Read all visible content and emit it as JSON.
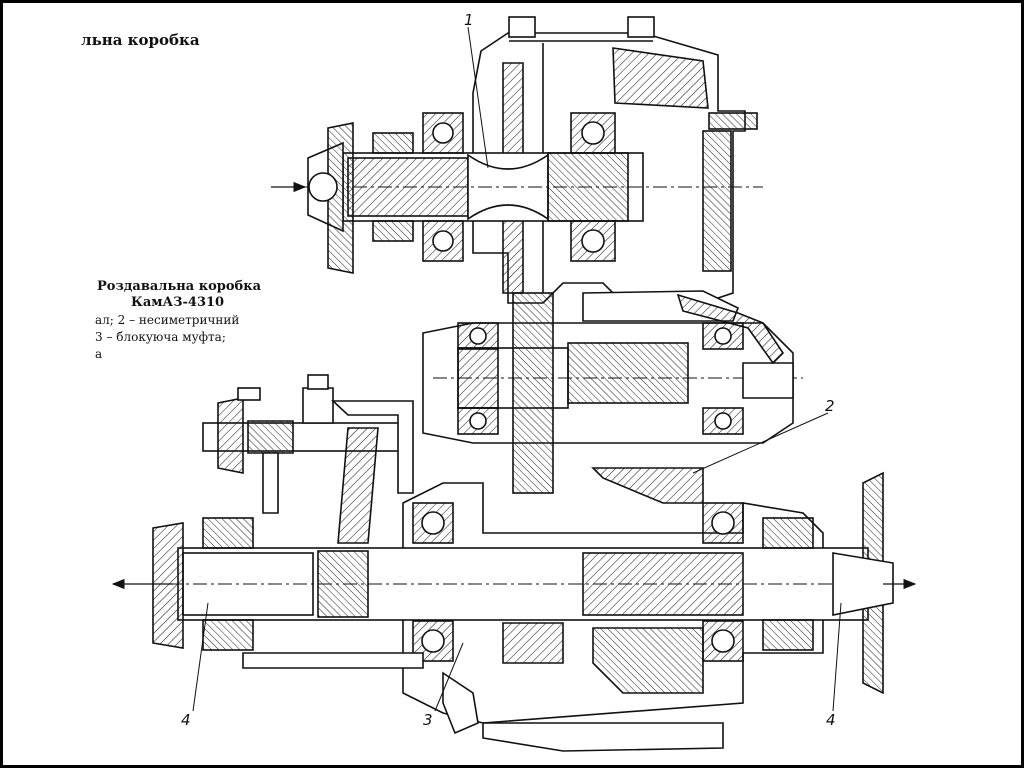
{
  "page": {
    "heading": "льна коробка"
  },
  "caption": {
    "title": "Роздавальна коробка",
    "model": "КамАЗ-4310",
    "lines": [
      "ал; 2 – несиметричний",
      "3 – блокуюча муфта;",
      "а"
    ]
  },
  "callouts": [
    "1",
    "2",
    "3",
    "4",
    "4"
  ],
  "colors": {
    "ink": "#111111",
    "paper": "#ffffff",
    "frame": "#000000"
  }
}
